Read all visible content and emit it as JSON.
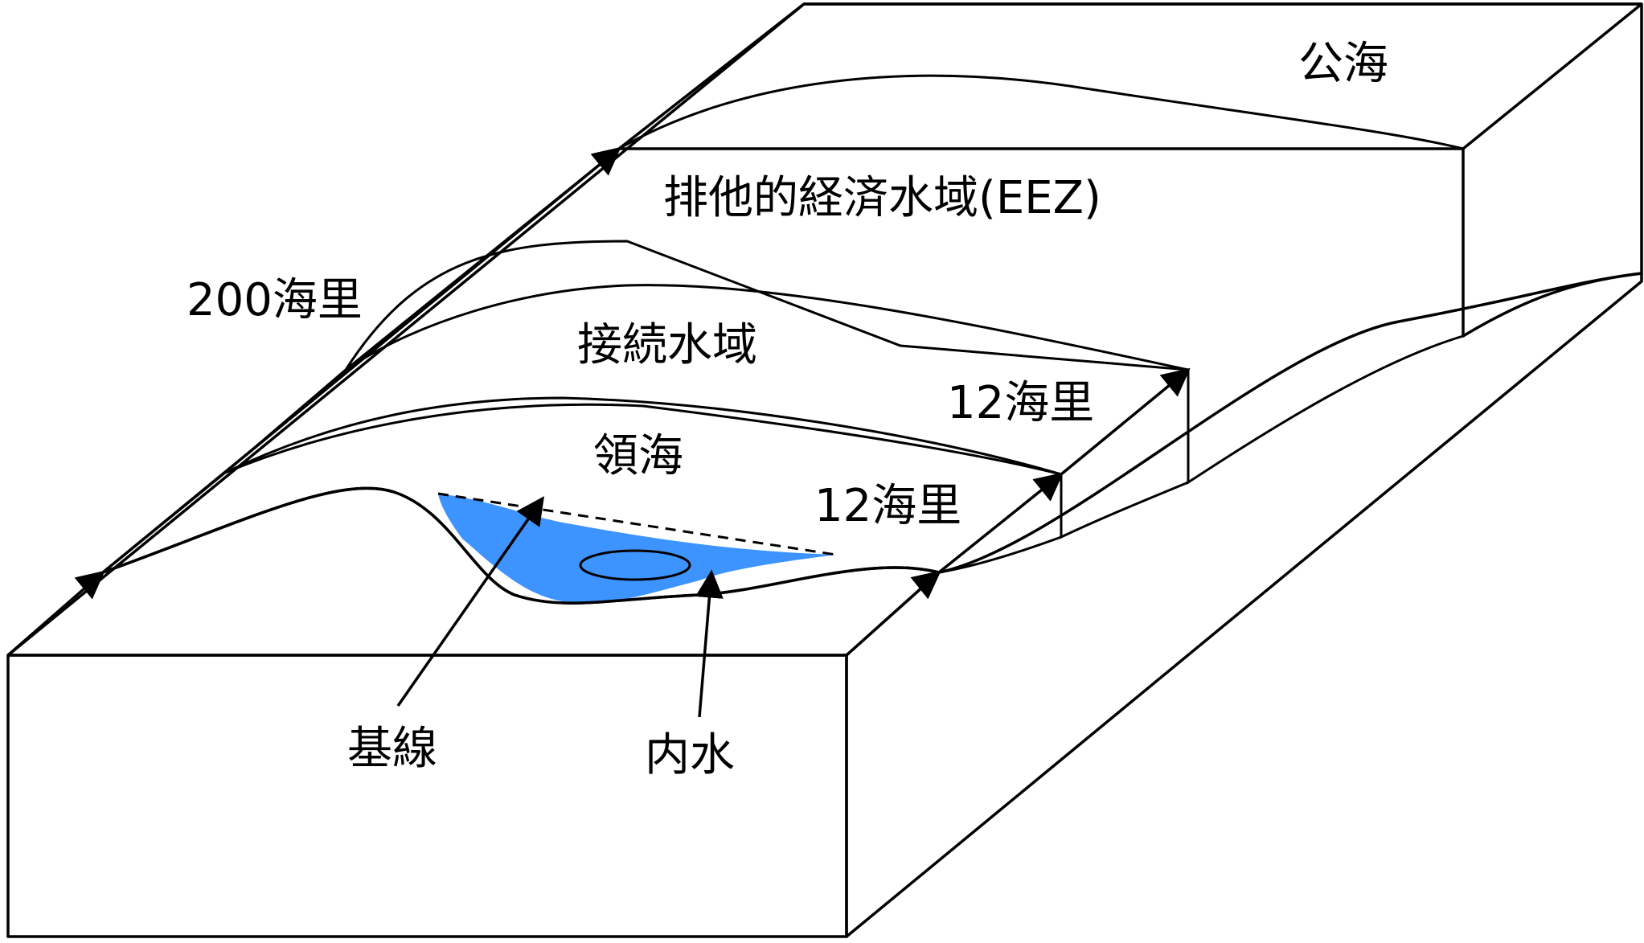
{
  "labels": {
    "high_seas": "公海",
    "eez": "排他的経済水域(EEZ)",
    "eez_distance": "200海里",
    "contiguous_zone": "接続水域",
    "contiguous_distance": "12海里",
    "territorial_sea": "領海",
    "territorial_distance": "12海里",
    "baseline": "基線",
    "internal_waters": "内水"
  },
  "colors": {
    "land": "#FDE3C8",
    "high_seas": "#A8D4FF",
    "eez": "#8CC4FF",
    "contiguous_zone": "#6FB3FF",
    "territorial_sea": "#4FA0FF",
    "internal_waters": "#3D94FF",
    "outline": "#000000"
  }
}
